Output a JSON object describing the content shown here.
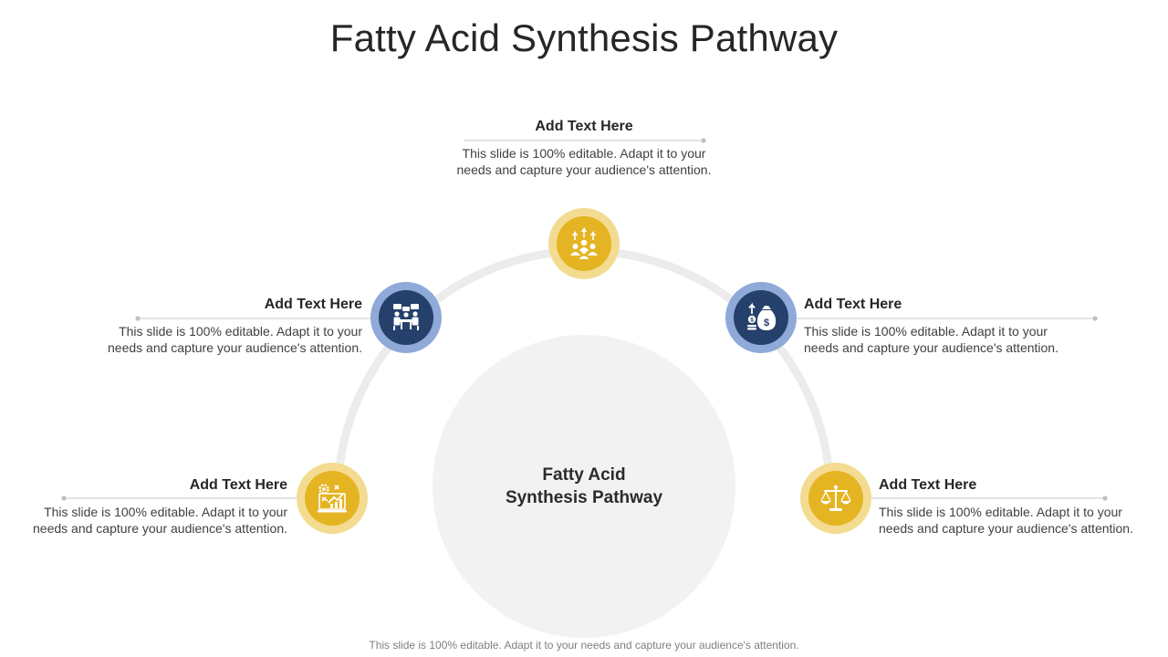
{
  "title": "Fatty Acid Synthesis Pathway",
  "center_label_line1": "Fatty Acid",
  "center_label_line2": "Synthesis Pathway",
  "footer": "This slide is 100% editable. Adapt it to your needs and capture your audience's attention.",
  "colors": {
    "gold_outer": "#f3dc92",
    "gold_inner": "#e5b423",
    "blue_outer": "#8fa9d8",
    "blue_inner": "#24406b",
    "arc": "#ececec",
    "center_circle": "#f2f2f2"
  },
  "items": [
    {
      "id": "top",
      "heading": "Add Text Here",
      "description": "This slide is 100% editable. Adapt it to your needs and capture your audience's attention.",
      "icon": "growth-team-icon",
      "color": "gold"
    },
    {
      "id": "upper-left",
      "heading": "Add Text Here",
      "description": "This slide is 100% editable. Adapt it to your needs and capture your audience's attention.",
      "icon": "meeting-icon",
      "color": "blue"
    },
    {
      "id": "upper-right",
      "heading": "Add Text Here",
      "description": "This slide is 100% editable. Adapt it to your needs and capture your audience's attention.",
      "icon": "money-bag-icon",
      "color": "blue"
    },
    {
      "id": "lower-left",
      "heading": "Add Text Here",
      "description": "This slide is 100% editable. Adapt it to your needs and capture your audience's attention.",
      "icon": "analytics-gear-icon",
      "color": "gold"
    },
    {
      "id": "lower-right",
      "heading": "Add Text Here",
      "description": "This slide is 100% editable. Adapt it to your needs and capture your audience's attention.",
      "icon": "balance-scale-icon",
      "color": "gold"
    }
  ]
}
